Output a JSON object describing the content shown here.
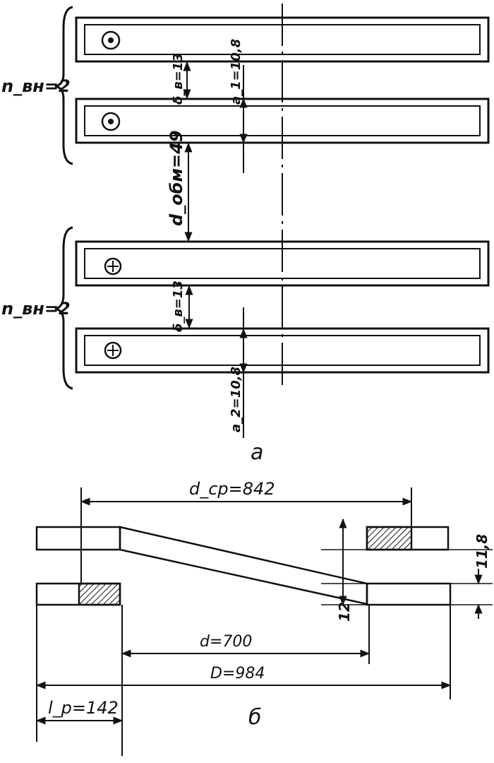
{
  "figure_a": {
    "group_top_label": "n_вн=2",
    "group_bottom_label": "n_вн=2",
    "gap_top_label": "δ_в=13",
    "a1_label": "a_1=10,8",
    "d_label": "d_обм=49",
    "gap_bottom_label": "δ_в=13",
    "a2_label": "a_2=10,8",
    "caption": "a"
  },
  "figure_b": {
    "dcp_label": "d_ср=842",
    "h118_label": "11,8",
    "h12_label": "12",
    "d_label": "d=700",
    "D_label": "D=984",
    "lp_label": "l_p=142",
    "caption": "б"
  },
  "symbols": {
    "current_out": "dot-in-circle-icon",
    "current_in": "plus-in-circle-icon"
  },
  "colors": {
    "ink": "#111111",
    "paper": "#ffffff"
  }
}
